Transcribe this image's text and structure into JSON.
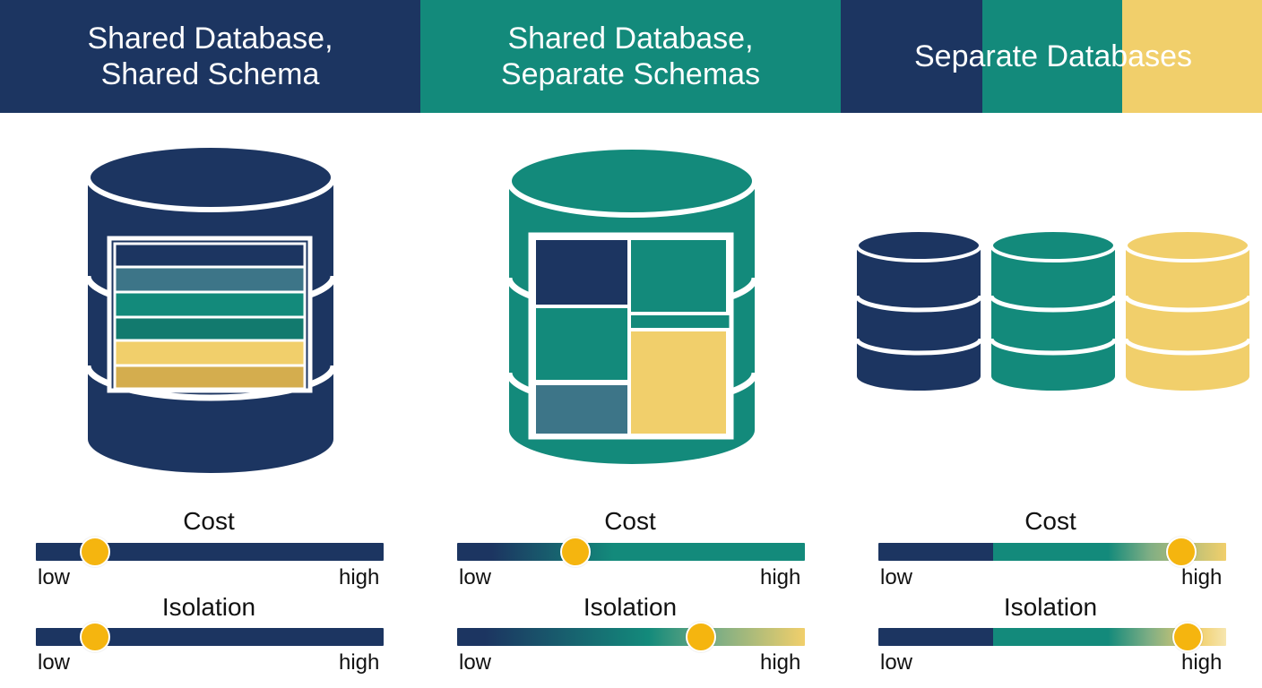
{
  "columns": [
    {
      "title_line1": "Shared Database,",
      "title_line2": "Shared Schema",
      "cost": {
        "label": "Cost",
        "low": "low",
        "high": "high",
        "level": 0.17
      },
      "isolation": {
        "label": "Isolation",
        "low": "low",
        "high": "high",
        "level": 0.17
      }
    },
    {
      "title_line1": "Shared Database,",
      "title_line2": "Separate Schemas",
      "cost": {
        "label": "Cost",
        "low": "low",
        "high": "high",
        "level": 0.34
      },
      "isolation": {
        "label": "Isolation",
        "low": "low",
        "high": "high",
        "level": 0.7
      }
    },
    {
      "title_line1": "Separate Databases",
      "title_line2": "",
      "cost": {
        "label": "Cost",
        "low": "low",
        "high": "high",
        "level": 0.87
      },
      "isolation": {
        "label": "Isolation",
        "low": "low",
        "high": "high",
        "level": 0.89
      }
    }
  ],
  "colors": {
    "navy": "#1c3561",
    "teal": "#138a7b",
    "yellow": "#f1cf6b",
    "knob": "#f5b50f"
  },
  "icons": [
    "shared-schema-database-icon",
    "separate-schemas-database-icon",
    "separate-databases-icon"
  ]
}
